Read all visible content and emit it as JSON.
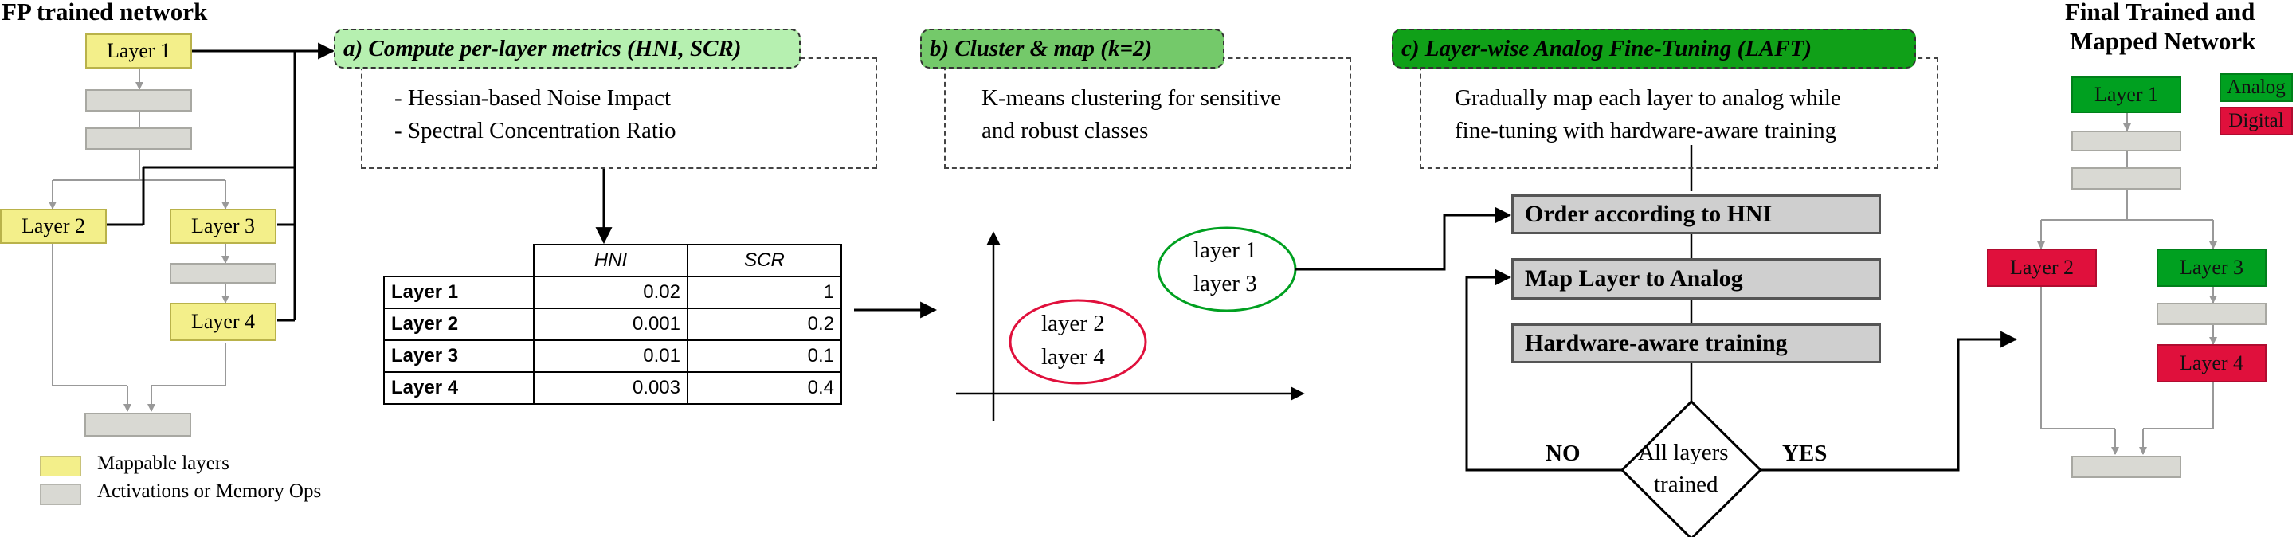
{
  "fp": {
    "title": "FP trained network",
    "layer1": "Layer 1",
    "layer2": "Layer 2",
    "layer3": "Layer 3",
    "layer4": "Layer 4"
  },
  "legend_left": {
    "mappable": "Mappable layers",
    "activations": "Activations or Memory Ops"
  },
  "stage_a": {
    "title": "a) Compute per-layer metrics (HNI, SCR)",
    "line1": "- Hessian-based Noise Impact",
    "line2": "- Spectral Concentration Ratio"
  },
  "metrics_table": {
    "headers": [
      "HNI",
      "SCR"
    ],
    "rows": [
      {
        "label": "Layer 1",
        "hni": "0.02",
        "scr": "1"
      },
      {
        "label": "Layer 2",
        "hni": "0.001",
        "scr": "0.2"
      },
      {
        "label": "Layer 3",
        "hni": "0.01",
        "scr": "0.1"
      },
      {
        "label": "Layer 4",
        "hni": "0.003",
        "scr": "0.4"
      }
    ]
  },
  "stage_b": {
    "title": "b) Cluster & map (k=2)",
    "line1": "K-means clustering for sensitive",
    "line2": "and robust classes"
  },
  "clusters": {
    "robust_line1": "layer 1",
    "robust_line2": "layer 3",
    "sensitive_line1": "layer 2",
    "sensitive_line2": "layer 4"
  },
  "stage_c": {
    "title": "c) Layer-wise Analog Fine-Tuning (LAFT)",
    "line1": "Gradually map each layer to analog while",
    "line2": "fine-tuning with hardware-aware training"
  },
  "flow": {
    "step1": "Order according to HNI",
    "step2": "Map Layer to Analog",
    "step3": "Hardware-aware training",
    "decision_line1": "All layers",
    "decision_line2": "trained",
    "no": "NO",
    "yes": "YES"
  },
  "final": {
    "title_line1": "Final Trained and",
    "title_line2": "Mapped Network",
    "layer1": "Layer 1",
    "layer2": "Layer 2",
    "layer3": "Layer 3",
    "layer4": "Layer 4",
    "legend_analog": "Analog",
    "legend_digital": "Digital"
  },
  "colors": {
    "mappable": "#f3ef8a",
    "activation": "#d9d9d3",
    "analog": "#00a020",
    "digital": "#e0103c",
    "stage_a_fill": "#b6f0b0",
    "stage_b_fill": "#74c96a",
    "stage_c_fill": "#10a018"
  }
}
